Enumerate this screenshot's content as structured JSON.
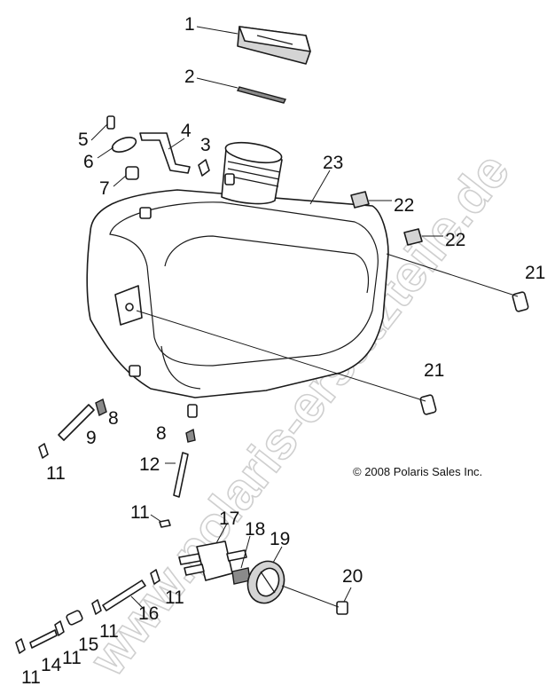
{
  "watermark": "www.polaris-ersatzteile.de",
  "copyright": "© 2008 Polaris Sales Inc.",
  "callouts": {
    "n1": "1",
    "n2": "2",
    "n3": "3",
    "n4": "4",
    "n5": "5",
    "n6": "6",
    "n7": "7",
    "n8a": "8",
    "n8b": "8",
    "n9": "9",
    "n11a": "11",
    "n11b": "11",
    "n11c": "11",
    "n11d": "11",
    "n11e": "11",
    "n11f": "11",
    "n12": "12",
    "n14": "14",
    "n15": "15",
    "n16": "16",
    "n17": "17",
    "n18": "18",
    "n19": "19",
    "n20": "20",
    "n21a": "21",
    "n21b": "21",
    "n22a": "22",
    "n22b": "22",
    "n23": "23"
  }
}
